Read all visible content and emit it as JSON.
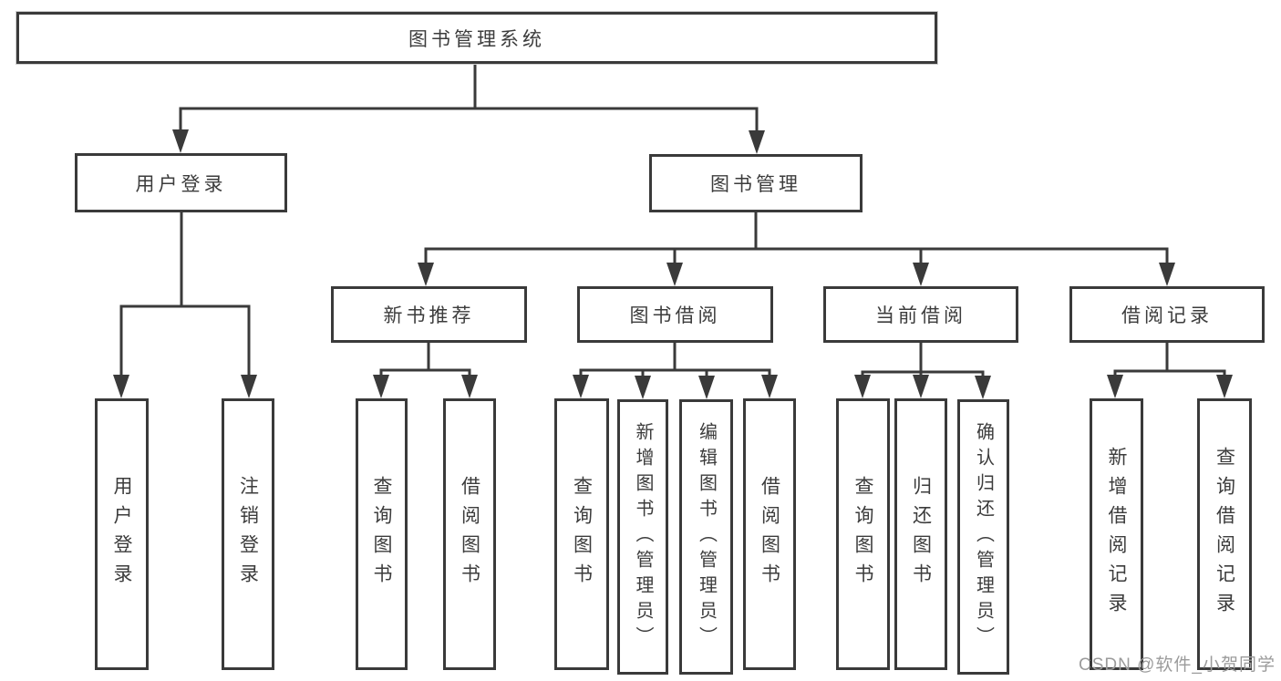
{
  "nodes": {
    "root": "图书管理系统",
    "login": "用户登录",
    "mgmt": "图书管理",
    "login_children": [
      "用户登录",
      "注销登录"
    ],
    "mgmt_children": [
      "新书推荐",
      "图书借阅",
      "当前借阅",
      "借阅记录"
    ],
    "recommend_children": [
      "查询图书",
      "借阅图书"
    ],
    "borrow_children": [
      "查询图书",
      "新增图书（管理员）",
      "编辑图书（管理员）",
      "借阅图书"
    ],
    "current_children": [
      "查询图书",
      "归还图书",
      "确认归还（管理员）"
    ],
    "record_children": [
      "新增借阅记录",
      "查询借阅记录"
    ]
  },
  "watermark": "CSDN @软件_小贺同学",
  "colors": {
    "line": "#3a3a3a",
    "text": "#3c3c3c",
    "watermark": "#9b9b9b"
  }
}
